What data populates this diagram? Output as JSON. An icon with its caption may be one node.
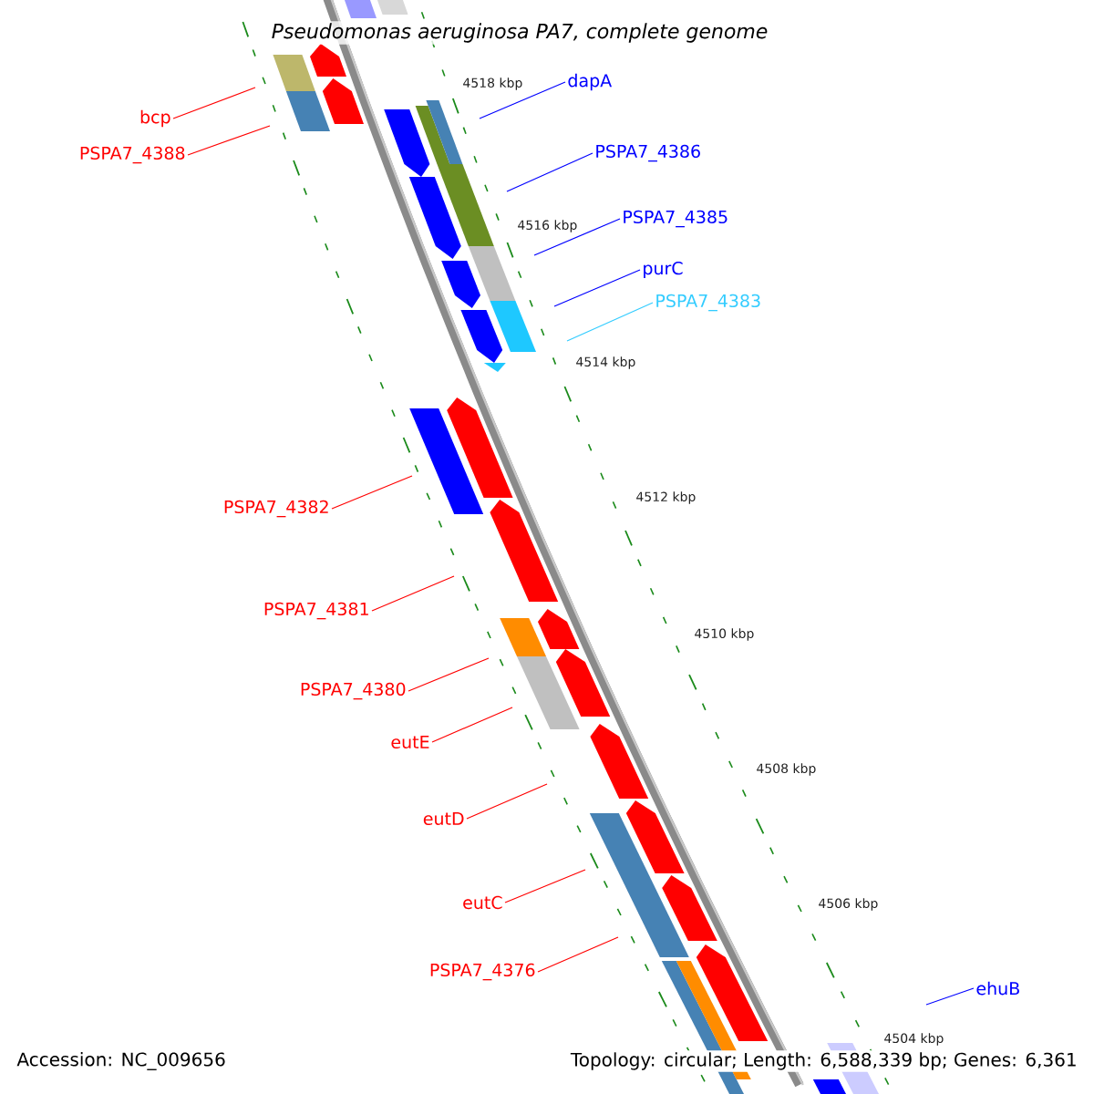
{
  "diagram": {
    "title": "Pseudomonas aeruginosa PA7, complete genome",
    "nodes": [
      {
        "text": [
          "bcp"
        ]
      },
      {
        "text": [
          "PSPA7_4388"
        ]
      },
      {
        "text": [
          "dapA"
        ]
      },
      {
        "text": [
          "PSPA7_4386"
        ]
      },
      {
        "text": [
          "PSPA7_4385"
        ]
      },
      {
        "text": [
          "purC"
        ]
      },
      {
        "text": [
          "PSPA7_4383"
        ]
      },
      {
        "text": [
          "PSPA7_4382"
        ]
      },
      {
        "text": [
          "PSPA7_4381"
        ]
      },
      {
        "text": [
          "PSPA7_4380"
        ]
      },
      {
        "text": [
          "eutE"
        ]
      },
      {
        "text": [
          "eutD"
        ]
      },
      {
        "text": [
          "eutC"
        ]
      },
      {
        "text": [
          "PSPA7_4376"
        ]
      },
      {
        "text": [
          "ehuB"
        ]
      }
    ],
    "edges": [
      {
        "from": 0,
        "to": null,
        "arrow": "none"
      },
      {
        "from": 1,
        "to": null,
        "arrow": "none"
      },
      {
        "from": 2,
        "to": null,
        "arrow": "none",
        "color": "#0000ff"
      },
      {
        "from": 3,
        "to": null,
        "arrow": "none",
        "color": "#0000ff"
      },
      {
        "from": 4,
        "to": null,
        "arrow": "none",
        "color": "#0000ff"
      },
      {
        "from": 5,
        "to": null,
        "arrow": "none",
        "color": "#0000ff"
      },
      {
        "from": 6,
        "to": null,
        "arrow": "none",
        "color": "#33ccff"
      },
      {
        "from": 7,
        "to": null,
        "arrow": "none"
      },
      {
        "from": 8,
        "to": null,
        "arrow": "none"
      },
      {
        "from": 9,
        "to": null,
        "arrow": "none"
      },
      {
        "from": 10,
        "to": null,
        "arrow": "none"
      },
      {
        "from": 11,
        "to": null,
        "arrow": "none"
      },
      {
        "from": 12,
        "to": null,
        "arrow": "none"
      },
      {
        "from": 13,
        "to": null,
        "arrow": "none"
      },
      {
        "from": 14,
        "to": null,
        "arrow": "none",
        "color": "#0000ff"
      }
    ],
    "labels": [
      "4518 kbp",
      "4516 kbp",
      "4514 kbp",
      "4512 kbp",
      "4510 kbp",
      "4508 kbp",
      "4506 kbp",
      "4504 kbp",
      "Accession: NC_009656",
      "Topology: circular; Length: 6,588,339 bp; Genes: 6,361"
    ]
  }
}
